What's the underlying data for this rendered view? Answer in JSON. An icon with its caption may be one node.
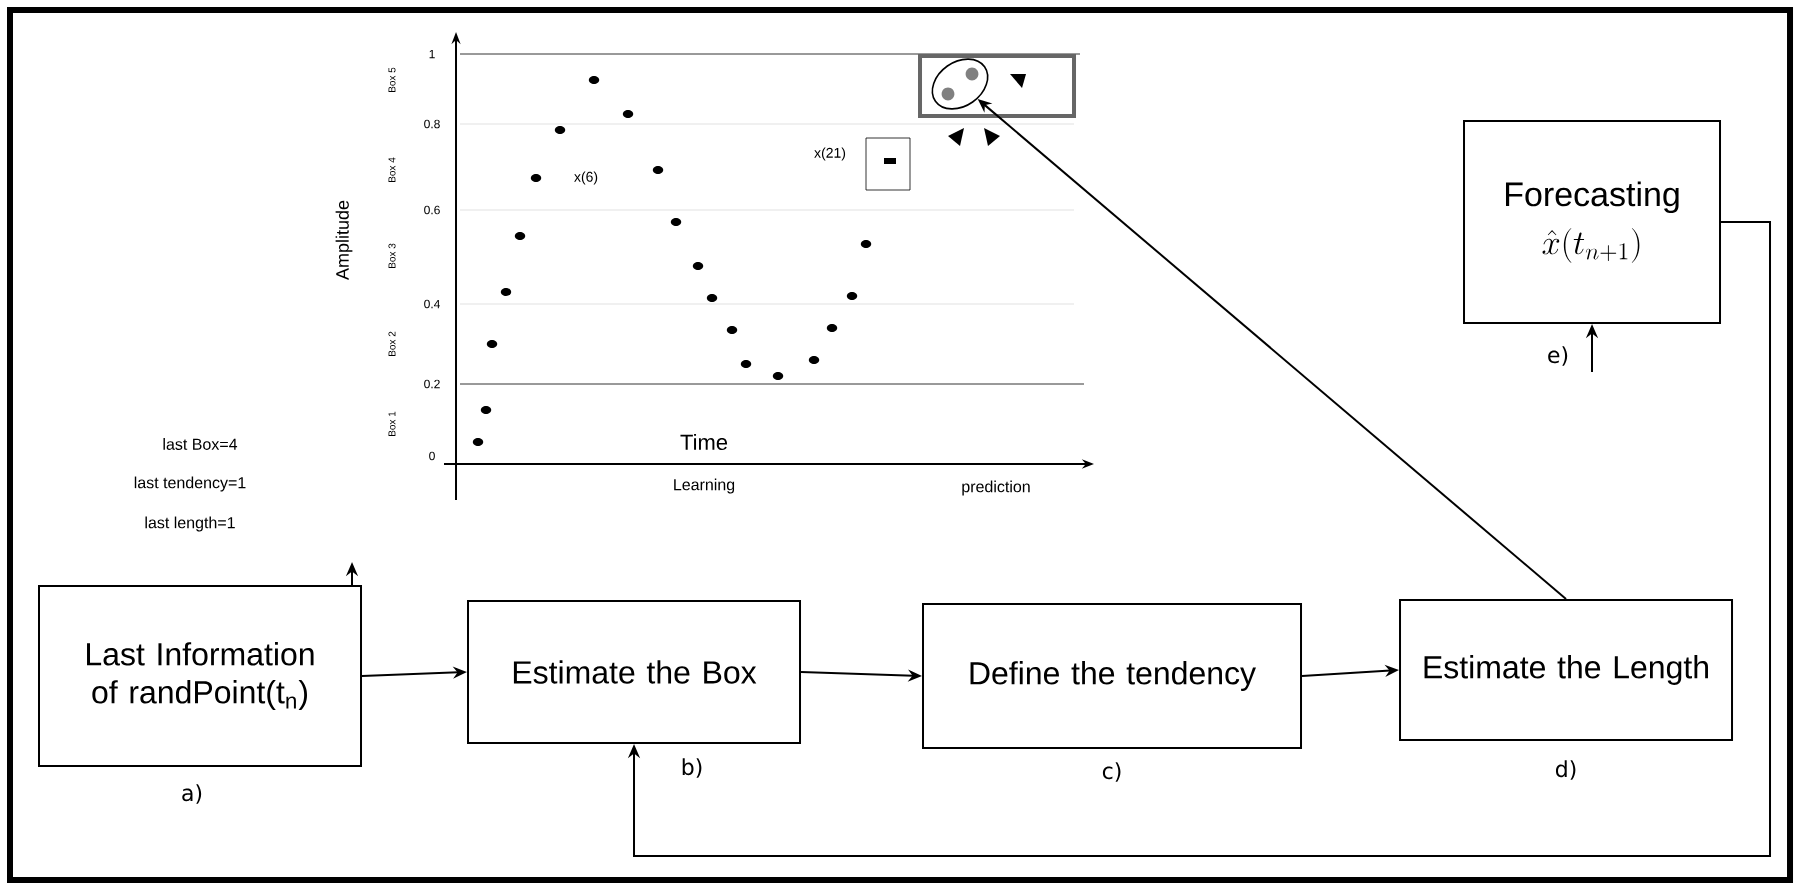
{
  "diagram": {
    "nodes": [
      {
        "text": [
          "Last Information of randPoint(t$_{n}$)"
        ],
        "beside": [
          "a)"
        ]
      },
      {
        "text": [
          "Estimate the Box"
        ],
        "beside": [
          "b)"
        ]
      },
      {
        "text": [
          "Define the tendency"
        ],
        "beside": [
          "c)"
        ]
      },
      {
        "text": [
          "Estimate the Length"
        ],
        "beside": [
          "d)"
        ]
      },
      {
        "text": [
          "Forecasting",
          "\\hat{x}(t_{n+1})"
        ],
        "beside": [
          "e)"
        ]
      },
      {
        "text": [],
        "shape": "circle"
      }
    ],
    "edges": [
      {
        "from": 0,
        "to": 1,
        "arrow": "to"
      },
      {
        "from": 1,
        "to": 2,
        "arrow": "to"
      },
      {
        "from": 2,
        "to": 3,
        "arrow": "to"
      },
      {
        "from": 3,
        "to": 5,
        "arrow": "to"
      },
      {
        "from": 4,
        "to": 1,
        "arrow": "to"
      },
      {
        "from": null,
        "to": 4,
        "arrow": "to"
      },
      {
        "from": 0,
        "to": null,
        "arrow": "to"
      }
    ],
    "labels": [
      "last Box=4",
      "last tendency=1",
      "last length=1",
      "1",
      "0.8",
      "0.6",
      "0.4",
      "0.2",
      "0",
      "Box 5",
      "Box 4",
      "Box 3",
      "Box 2",
      "Box 1",
      "Amplitude",
      "x(6)",
      "x(21)",
      "Time",
      "Learning",
      "prediction"
    ]
  }
}
